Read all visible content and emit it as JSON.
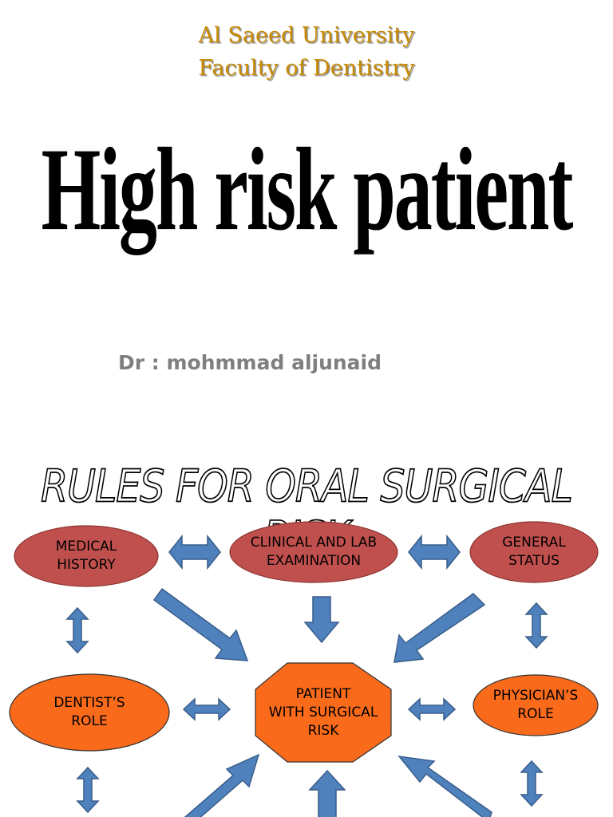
{
  "header": {
    "university": "Al Saeed University",
    "faculty": "Faculty of Dentistry"
  },
  "title": "High risk patient",
  "author": "Dr : mohmmad aljunaid",
  "diagram": {
    "heading": "RULES FOR ORAL SURGICAL RISK",
    "nodes": {
      "medical_history": "MEDICAL\nHISTORY",
      "clinical_lab": "CLINICAL AND LAB\nEXAMINATION",
      "general_status": "GENERAL\nSTATUS",
      "dentists_role": "DENTIST’S\nROLE",
      "patient": "PATIENT\nWITH SURGICAL\nRISK",
      "physicians_role": "PHYSICIAN’S\nROLE"
    },
    "colors": {
      "red_node": "#c0504d",
      "orange_node": "#f96a1b",
      "arrow": "#4f81bd",
      "arrow_border": "#385d8a"
    }
  }
}
